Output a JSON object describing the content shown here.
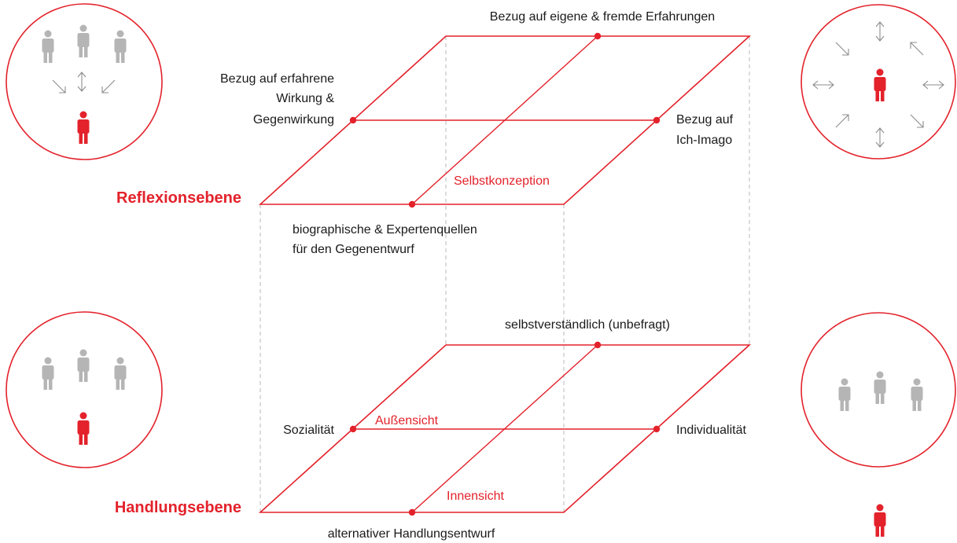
{
  "colors": {
    "accent": "#e3222b",
    "person_gray": "#b5b5b5",
    "line_gray": "#b8b8b8"
  },
  "levels": {
    "reflexion": "Reflexionsebene",
    "handlung": "Handlungsebene"
  },
  "upper_plane": {
    "top": "Bezug auf eigene & fremde Erfahrungen",
    "left_lines": [
      "Bezug auf erfahrene",
      "Wirkung &",
      "Gegenwirkung"
    ],
    "right_lines": [
      "Bezug auf",
      "Ich-Imago"
    ],
    "center": "Selbstkonzeption",
    "bottom_lines": [
      "biographische & Expertenquellen",
      "für den Gegenentwurf"
    ]
  },
  "lower_plane": {
    "top": "selbstverständlich (unbefragt)",
    "left": "Sozialität",
    "right": "Individualität",
    "outer_view": "Außensicht",
    "inner_view": "Innensicht",
    "bottom": "alternativer Handlungsentwurf"
  },
  "icons": {
    "circle_top_left": [
      "person-gray-icon",
      "person-gray-icon",
      "person-gray-icon",
      "arrow-in-diagonal-icon",
      "arrow-vertical-icon",
      "arrow-out-diagonal-icon",
      "person-red-icon"
    ],
    "circle_top_right": [
      "person-red-icon",
      "arrow-radiating-icon"
    ],
    "circle_bottom_left": [
      "person-gray-icon",
      "person-gray-icon",
      "person-gray-icon",
      "person-red-icon"
    ],
    "circle_bottom_right": [
      "person-gray-icon",
      "person-gray-icon",
      "person-gray-icon"
    ],
    "standalone": [
      "person-red-icon"
    ]
  }
}
